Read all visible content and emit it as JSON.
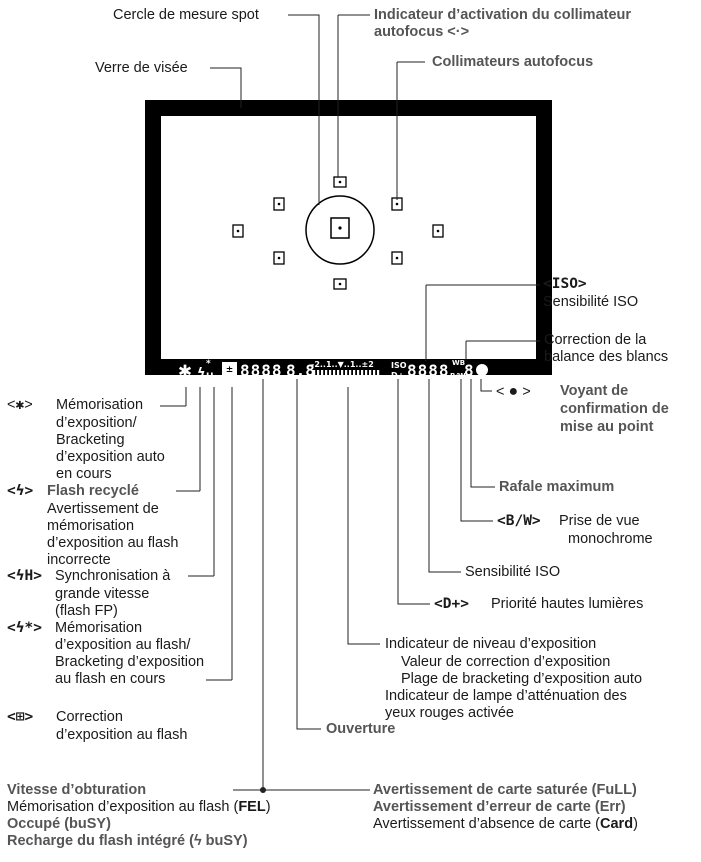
{
  "top": {
    "spot": "Cercle de mesure spot",
    "af_act": [
      "Indicateur d’activation du collimateur",
      "autofocus <·>"
    ],
    "verre": "Verre de visée",
    "af_points": "Collimateurs autofocus"
  },
  "right": {
    "iso_sym": "<ISO>",
    "iso_label": "Sensibilité ISO",
    "wb": [
      "Correction de la",
      "balance des blancs"
    ],
    "focus_open": "<",
    "focus_close": ">",
    "focus": [
      "Voyant de",
      "confirmation de",
      "mise au point"
    ],
    "burst": "Rafale maximum",
    "bw_sym": "<B/W>",
    "bw": [
      "Prise de vue",
      "monochrome"
    ],
    "iso2": "Sensibilité ISO",
    "d_sym": "<D+>",
    "d": "Priorité hautes lumières"
  },
  "left": {
    "ae_open": "<",
    "ae_close": ">",
    "ae": [
      "Mémorisation",
      "d’exposition/",
      "Bracketing",
      "d’exposition auto",
      "en cours"
    ],
    "flash_sym": "<ϟ>",
    "flash_title": "Flash recyclé",
    "flash": [
      "Avertissement de",
      "mémorisation",
      "d’exposition au flash",
      "incorrecte"
    ],
    "hs_sym": "<ϟH>",
    "hs": [
      "Synchronisation à",
      "grande vitesse",
      "(flash FP)"
    ],
    "fel_sym": "<ϟ*>",
    "fel": [
      "Mémorisation",
      "d’exposition au flash/",
      "Bracketing d’exposition",
      "au flash en cours"
    ],
    "fec_sym": "<⊞>",
    "fec": [
      "Correction",
      "d’exposition au flash"
    ]
  },
  "center": {
    "level": [
      "Indicateur de niveau d’exposition",
      "Valeur de correction d’exposition",
      "Plage de bracketing d’exposition auto",
      "Indicateur de lampe d’atténuation des",
      "yeux rouges activée"
    ],
    "aperture": "Ouverture"
  },
  "bottom_left": [
    {
      "pre": "Vitesse d’obturation",
      "code": "",
      "post": "",
      "bold": true
    },
    {
      "pre": "Mémorisation d’exposition au flash (",
      "code": "FEL",
      "post": ")",
      "bold": false
    },
    {
      "pre": "Occupé (",
      "code": "buSY",
      "post": ")",
      "bold": true
    },
    {
      "pre": "Recharge du flash intégré (",
      "code": "ϟ buSY",
      "post": ")",
      "bold": true
    }
  ],
  "bottom_right": [
    {
      "pre": "Avertissement de carte saturée (",
      "code": "FuLL",
      "post": ")",
      "bold": true
    },
    {
      "pre": "Avertissement d’erreur de carte (",
      "code": "Err",
      "post": ")",
      "bold": true
    },
    {
      "pre": "Avertissement d’absence de carte (",
      "code": "Card",
      "post": ")",
      "bold": false
    }
  ],
  "lcd": {
    "shutter": "8888",
    "aperture": "8.8",
    "scale": "-2..1..▼..1..±2",
    "iso_top": "ISO",
    "iso_bot": "D+",
    "iso_val": "8888",
    "wb_top": "WB",
    "wb_bot": "B/W",
    "burst": "8"
  }
}
